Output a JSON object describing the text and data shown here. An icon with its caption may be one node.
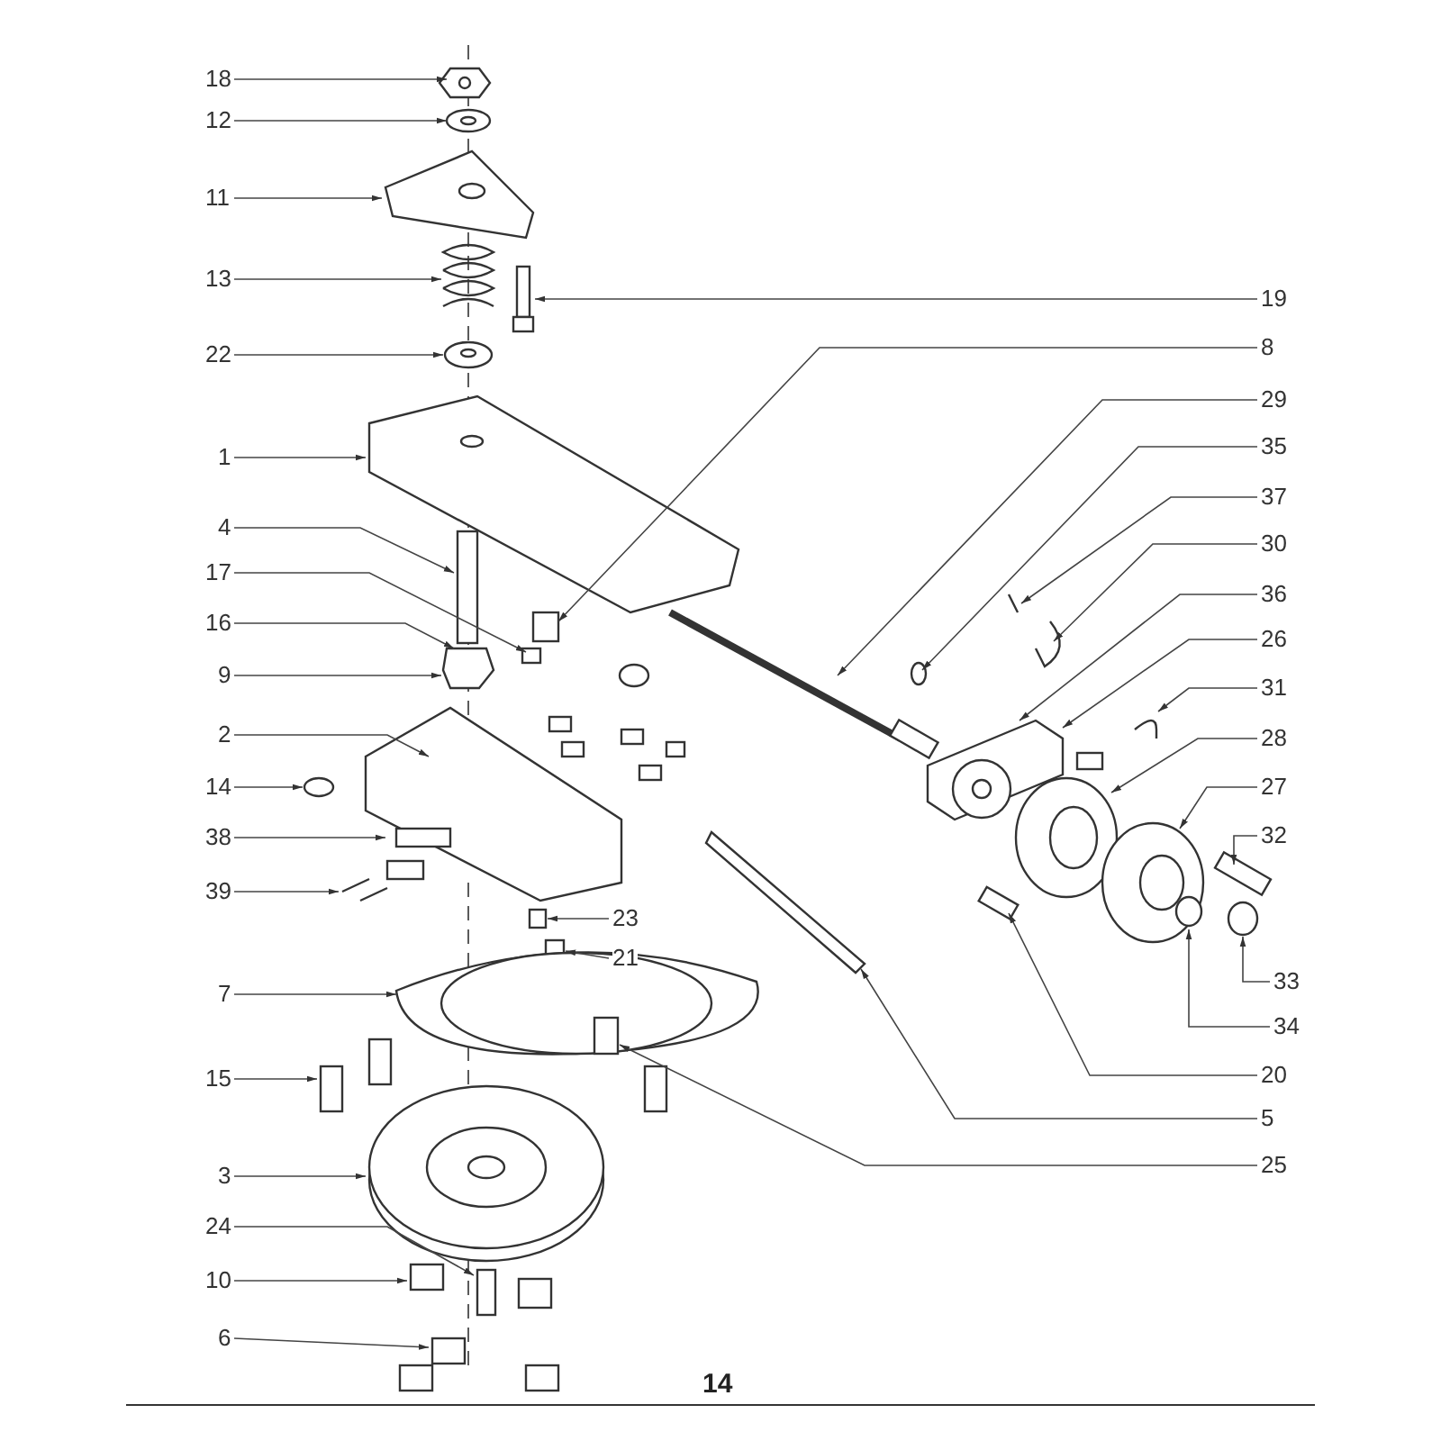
{
  "diagram": {
    "nodes": [
      {
        "text": [
          "18"
        ]
      },
      {
        "text": [
          "12"
        ]
      },
      {
        "text": [
          "11"
        ]
      },
      {
        "text": [
          "13"
        ]
      },
      {
        "text": [
          "22"
        ]
      },
      {
        "text": [
          "1"
        ]
      },
      {
        "text": [
          "4"
        ]
      },
      {
        "text": [
          "17"
        ]
      },
      {
        "text": [
          "16"
        ]
      },
      {
        "text": [
          "9"
        ]
      },
      {
        "text": [
          "2"
        ]
      },
      {
        "text": [
          "14"
        ]
      },
      {
        "text": [
          "38"
        ]
      },
      {
        "text": [
          "39"
        ]
      },
      {
        "text": [
          "7"
        ]
      },
      {
        "text": [
          "15"
        ]
      },
      {
        "text": [
          "3"
        ]
      },
      {
        "text": [
          "24"
        ]
      },
      {
        "text": [
          "10"
        ]
      },
      {
        "text": [
          "6"
        ]
      },
      {
        "text": [
          "19"
        ]
      },
      {
        "text": [
          "8"
        ]
      },
      {
        "text": [
          "29"
        ]
      },
      {
        "text": [
          "35"
        ]
      },
      {
        "text": [
          "37"
        ]
      },
      {
        "text": [
          "30"
        ]
      },
      {
        "text": [
          "36"
        ]
      },
      {
        "text": [
          "26"
        ]
      },
      {
        "text": [
          "31"
        ]
      },
      {
        "text": [
          "28"
        ]
      },
      {
        "text": [
          "27"
        ]
      },
      {
        "text": [
          "32"
        ]
      },
      {
        "text": [
          "23"
        ]
      },
      {
        "text": [
          "21"
        ]
      },
      {
        "text": [
          "33"
        ]
      },
      {
        "text": [
          "34"
        ]
      },
      {
        "text": [
          "20"
        ]
      },
      {
        "text": [
          "5"
        ]
      },
      {
        "text": [
          "25"
        ]
      }
    ],
    "edges": [
      {
        "from": 0,
        "to": null,
        "arrow": "to"
      },
      {
        "from": 1,
        "to": null,
        "arrow": "to"
      },
      {
        "from": 2,
        "to": null,
        "arrow": "to"
      },
      {
        "from": 3,
        "to": null,
        "arrow": "to"
      },
      {
        "from": 4,
        "to": null,
        "arrow": "to"
      },
      {
        "from": 5,
        "to": null,
        "arrow": "to"
      },
      {
        "from": 6,
        "to": null,
        "arrow": "to"
      },
      {
        "from": 7,
        "to": null,
        "arrow": "to"
      },
      {
        "from": 8,
        "to": null,
        "arrow": "to"
      },
      {
        "from": 9,
        "to": null,
        "arrow": "to"
      },
      {
        "from": 10,
        "to": null,
        "arrow": "to"
      },
      {
        "from": 11,
        "to": null,
        "arrow": "to"
      },
      {
        "from": 12,
        "to": null,
        "arrow": "to"
      },
      {
        "from": 13,
        "to": null,
        "arrow": "to"
      },
      {
        "from": 14,
        "to": null,
        "arrow": "to"
      },
      {
        "from": 15,
        "to": null,
        "arrow": "to"
      },
      {
        "from": 16,
        "to": null,
        "arrow": "to"
      },
      {
        "from": 17,
        "to": null,
        "arrow": "to"
      },
      {
        "from": 18,
        "to": null,
        "arrow": "to"
      },
      {
        "from": 19,
        "to": null,
        "arrow": "to"
      },
      {
        "from": 20,
        "to": null,
        "arrow": "to"
      },
      {
        "from": 21,
        "to": null,
        "arrow": "to"
      },
      {
        "from": 22,
        "to": null,
        "arrow": "to"
      },
      {
        "from": 23,
        "to": null,
        "arrow": "to"
      },
      {
        "from": 24,
        "to": null,
        "arrow": "to"
      },
      {
        "from": 25,
        "to": null,
        "arrow": "to"
      },
      {
        "from": 26,
        "to": null,
        "arrow": "to"
      },
      {
        "from": 27,
        "to": null,
        "arrow": "to"
      },
      {
        "from": 28,
        "to": null,
        "arrow": "to"
      },
      {
        "from": 29,
        "to": null,
        "arrow": "to"
      },
      {
        "from": 30,
        "to": null,
        "arrow": "to"
      },
      {
        "from": 31,
        "to": null,
        "arrow": "to"
      },
      {
        "from": 32,
        "to": null,
        "arrow": "to"
      },
      {
        "from": 33,
        "to": null,
        "arrow": "to"
      },
      {
        "from": 34,
        "to": null,
        "arrow": "to"
      },
      {
        "from": 35,
        "to": null,
        "arrow": "to"
      },
      {
        "from": 36,
        "to": null,
        "arrow": "to"
      },
      {
        "from": 37,
        "to": null,
        "arrow": "to"
      },
      {
        "from": 38,
        "to": null,
        "arrow": "to"
      }
    ],
    "labels": [
      "14"
    ]
  }
}
